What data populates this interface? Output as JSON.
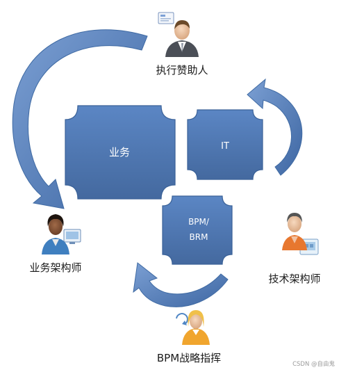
{
  "boxes": {
    "business": "业务",
    "it": "IT",
    "bpm_line1": "BPM/",
    "bpm_line2": "BRM"
  },
  "roles": {
    "executive_sponsor": "执行赞助人",
    "business_architect": "业务架构师",
    "technical_architect": "技术架构师",
    "bpm_strategy_director": "BPM战略指挥"
  },
  "watermark": "CSDN @自由鬼",
  "colors": {
    "box_fill": "#4f7ab8",
    "box_stroke": "#3b6298",
    "arrow_fill": "#5b82bd",
    "arrow_stroke": "#3f6aa3",
    "label_text": "#1a1a1a"
  }
}
